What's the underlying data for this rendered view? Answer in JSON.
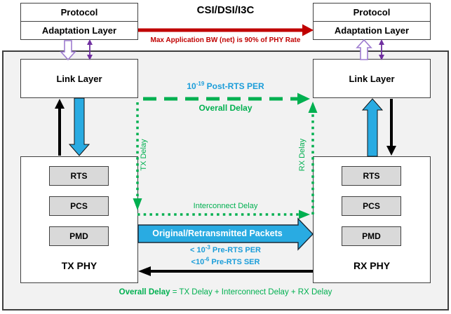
{
  "colors": {
    "green": "#00B050",
    "blue-text": "#1B9DD9",
    "blue-fill": "#29ABE2",
    "red": "#C00000",
    "purple": "#7030A0",
    "purple-light": "#9E7CD0",
    "box-border": "#404040",
    "panel-fill": "#F2F2F2",
    "panel-border": "#3F3F3F",
    "block-fill": "#D9D9D9"
  },
  "header": {
    "bus_label": "CSI/DSI/I3C",
    "bw_note": "Max Application BW (net) is 90% of PHY Rate",
    "tx_stack": {
      "protocol": "Protocol",
      "adaptation": "Adaptation Layer"
    },
    "rx_stack": {
      "protocol": "Protocol",
      "adaptation": "Adaptation Layer"
    }
  },
  "link_layers": {
    "tx": "Link Layer",
    "rx": "Link Layer"
  },
  "phy": {
    "tx": {
      "label": "TX PHY",
      "blocks": [
        "RTS",
        "PCS",
        "PMD"
      ]
    },
    "rx": {
      "label": "RX PHY",
      "blocks": [
        "RTS",
        "PCS",
        "PMD"
      ]
    }
  },
  "annotations": {
    "post_rts": {
      "base": "10",
      "exp": "-19",
      "rest": " Post-RTS PER"
    },
    "overall_delay": "Overall Delay",
    "tx_delay": "TX Delay",
    "rx_delay": "RX Delay",
    "interconnect_delay": "Interconnect Delay",
    "packets": "Original/Retransmitted Packets",
    "pre_rts_per": {
      "base": "< 10",
      "exp": "-3",
      "rest": " Pre-RTS PER"
    },
    "pre_rts_ser": {
      "base": "<10",
      "exp": "-6",
      "rest": " Pre-RTS SER"
    },
    "formula_lhs": "Overall Delay",
    "formula_rhs": " = TX Delay + Interconnect Delay + RX Delay"
  }
}
